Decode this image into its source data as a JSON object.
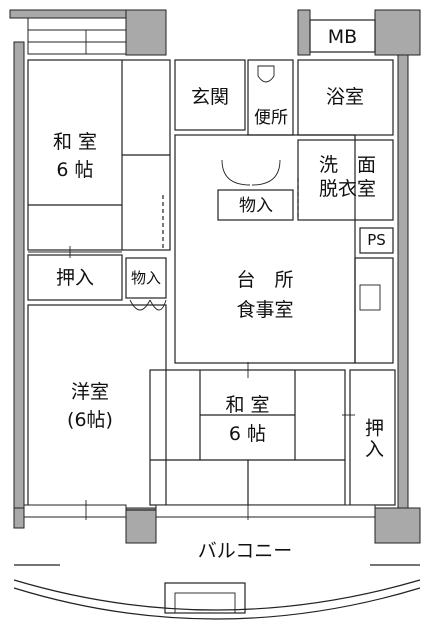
{
  "rooms": {
    "mb": "MB",
    "genkan": "玄関",
    "yokushitsu": "浴室",
    "benjo": "便所",
    "senmen_line1": "洗　面",
    "senmen_line2": "脱衣室",
    "monoire_center": "物入",
    "ps": "PS",
    "washitsu_nw_line1": "和 室",
    "washitsu_nw_line2": "6 帖",
    "oshiire_w": "押入",
    "monoire_small": "物入",
    "kitchen_line1": "台　所",
    "kitchen_line2": "食事室",
    "yoshitsu_line1": "洋室",
    "yoshitsu_line2": "(6帖)",
    "washitsu_s_line1": "和 室",
    "washitsu_s_line2": "6 帖",
    "oshiire_e": "押入",
    "balcony": "バルコニー"
  }
}
